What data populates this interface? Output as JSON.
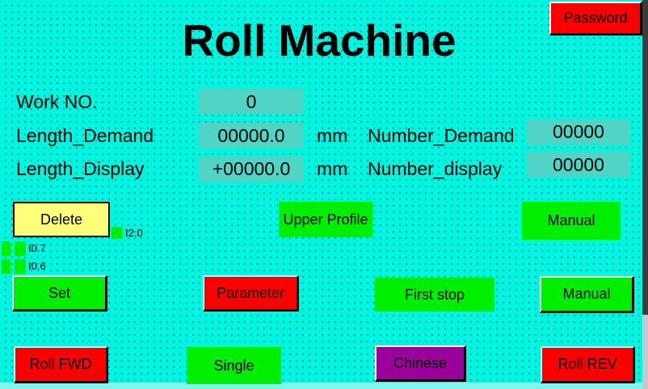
{
  "screen": {
    "title": "Roll Machine",
    "background_color": "#00f5e0",
    "field_color": "#4fd4c6"
  },
  "header": {
    "password_button": "Password"
  },
  "fields": [
    {
      "label": "Work NO.",
      "value": "0",
      "unit": ""
    },
    {
      "label": "Length_Demand",
      "value": "00000.0",
      "unit": "mm"
    },
    {
      "label": "Length_Display",
      "value": "+00000.0",
      "unit": "mm"
    }
  ],
  "counters": [
    {
      "label": "Number_Demand",
      "value": "00000"
    },
    {
      "label": "Number_display",
      "value": "00000"
    }
  ],
  "indicators": [
    {
      "label": "I2.0",
      "color": "#00ee00"
    },
    {
      "label": "I0.7",
      "color": "#00ee00"
    },
    {
      "label": "I0.6",
      "color": "#00ee00"
    }
  ],
  "buttons": {
    "delete": {
      "label": "Delete",
      "color": "#ffff7a"
    },
    "upper_profile": {
      "label": "Upper Profile",
      "color": "#00ee00"
    },
    "manual_top": {
      "label": "Manual",
      "color": "#00ee00"
    },
    "set": {
      "label": "Set",
      "color": "#00ee00"
    },
    "parameter": {
      "label": "Parameter",
      "color": "#fa0000"
    },
    "first_stop": {
      "label": "First stop",
      "color": "#00ee00"
    },
    "manual_mid": {
      "label": "Manual",
      "color": "#00ee00"
    },
    "roll_fwd": {
      "label": "Roll FWD",
      "color": "#fa0000"
    },
    "single": {
      "label": "Single",
      "color": "#00ee00"
    },
    "chinese": {
      "label": "Chinese",
      "color": "#9a009a"
    },
    "roll_rev": {
      "label": "Roll REV",
      "color": "#fa0000"
    }
  }
}
